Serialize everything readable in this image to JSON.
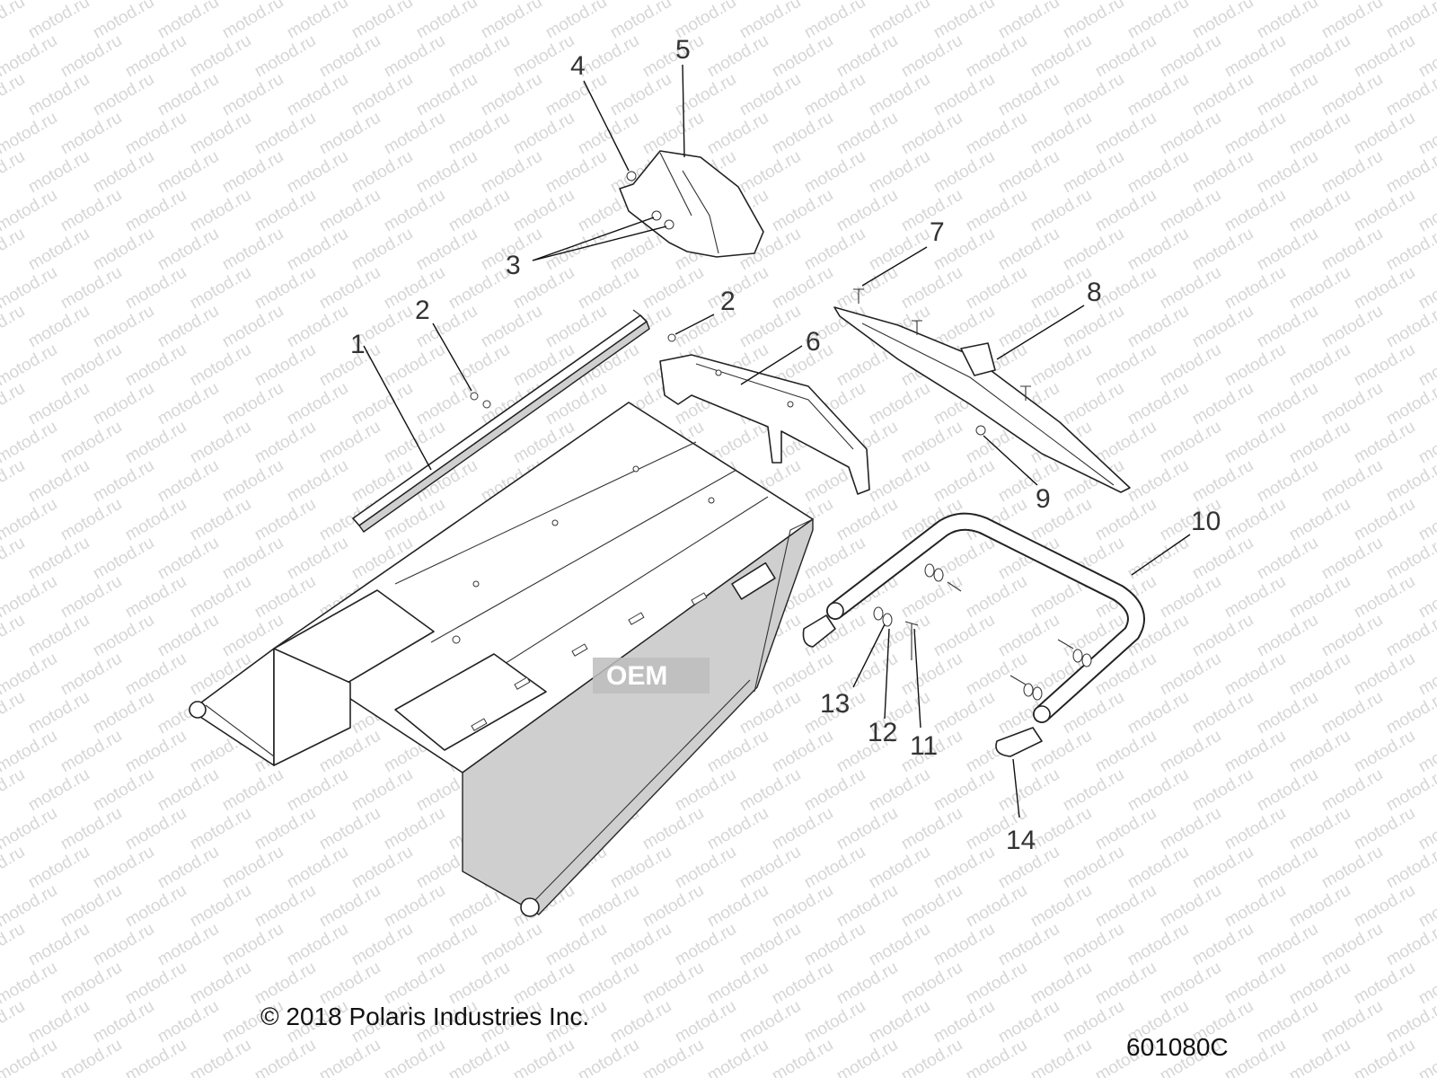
{
  "callouts": [
    {
      "id": "1",
      "label": "1"
    },
    {
      "id": "2a",
      "label": "2"
    },
    {
      "id": "2b",
      "label": "2"
    },
    {
      "id": "3",
      "label": "3"
    },
    {
      "id": "4",
      "label": "4"
    },
    {
      "id": "5",
      "label": "5"
    },
    {
      "id": "6",
      "label": "6"
    },
    {
      "id": "7",
      "label": "7"
    },
    {
      "id": "8",
      "label": "8"
    },
    {
      "id": "9",
      "label": "9"
    },
    {
      "id": "10",
      "label": "10"
    },
    {
      "id": "11",
      "label": "11"
    },
    {
      "id": "12",
      "label": "12"
    },
    {
      "id": "13",
      "label": "13"
    },
    {
      "id": "14",
      "label": "14"
    }
  ],
  "watermark": {
    "text": "motod.ru",
    "badge": "OEM"
  },
  "footer": {
    "copyright": "© 2018 Polaris Industries Inc.",
    "drawing_number": "601080C"
  }
}
